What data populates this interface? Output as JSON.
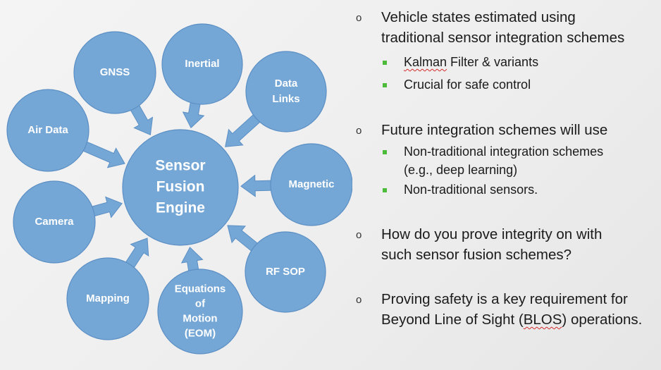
{
  "diagram": {
    "center": {
      "lines": [
        "Sensor",
        "Fusion",
        "Engine"
      ]
    },
    "nodes": [
      {
        "id": "gnss",
        "lines": [
          "GNSS"
        ]
      },
      {
        "id": "inertial",
        "lines": [
          "Inertial"
        ]
      },
      {
        "id": "data-links",
        "lines": [
          "Data",
          "Links"
        ]
      },
      {
        "id": "air-data",
        "lines": [
          "Air Data"
        ]
      },
      {
        "id": "magnetic",
        "lines": [
          "Magnetic"
        ]
      },
      {
        "id": "camera",
        "lines": [
          "Camera"
        ]
      },
      {
        "id": "rf-sop",
        "lines": [
          "RF SOP"
        ]
      },
      {
        "id": "mapping",
        "lines": [
          "Mapping"
        ]
      },
      {
        "id": "eom",
        "lines": [
          "Equations",
          "of",
          "Motion",
          "(EOM)"
        ]
      }
    ],
    "colors": {
      "fill": "#75a7d6",
      "stroke": "#5b8fc4",
      "text": "#ffffff"
    }
  },
  "bullets": {
    "marker": "o",
    "items": [
      {
        "lines": [
          "Vehicle states estimated using",
          "traditional sensor integration schemes"
        ],
        "subitems": [
          {
            "lines": [
              "Kalman Filter & variants"
            ]
          },
          {
            "lines": [
              "Crucial for safe control"
            ]
          }
        ]
      },
      {
        "lines": [
          "Future integration schemes will use"
        ],
        "subitems": [
          {
            "lines": [
              "Non-traditional integration schemes",
              "(e.g., deep learning)"
            ]
          },
          {
            "lines": [
              "Non-traditional sensors."
            ]
          }
        ]
      },
      {
        "lines": [
          "How do you prove integrity on with",
          "such sensor fusion schemes?"
        ],
        "subitems": []
      },
      {
        "lines": [
          "Proving safety is a key requirement for",
          "Beyond Line of Sight (BLOS) operations."
        ],
        "subitems": []
      }
    ],
    "sub_marker_color": "#4cbb3a"
  }
}
